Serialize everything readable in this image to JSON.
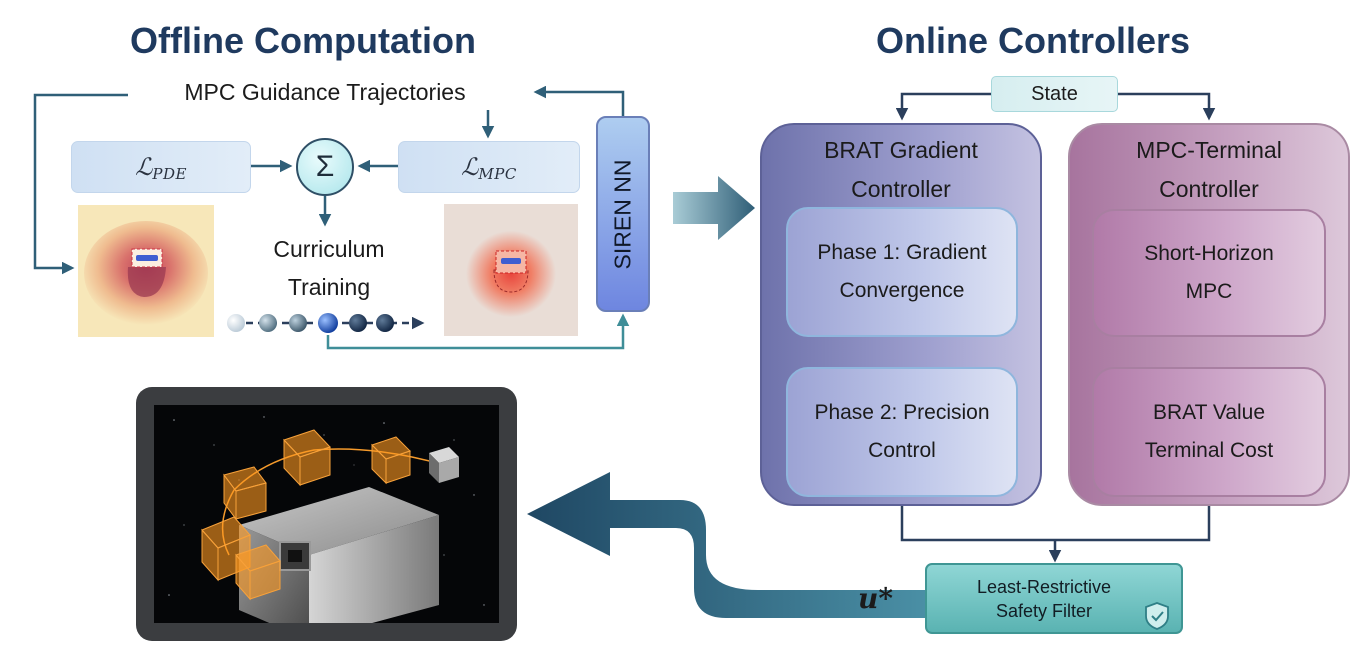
{
  "offline": {
    "title": "Offline Computation",
    "guidance_label": "MPC Guidance Trajectories",
    "loss_pde": {
      "symbol": "ℒ",
      "subscript": "PDE"
    },
    "loss_mpc": {
      "symbol": "ℒ",
      "subscript": "MPC"
    },
    "sum_symbol": "Σ",
    "curriculum_line1": "Curriculum",
    "curriculum_line2": "Training",
    "network_label": "SIREN NN"
  },
  "online": {
    "title": "Online Controllers",
    "state_label": "State",
    "brat": {
      "title_line1": "BRAT Gradient",
      "title_line2": "Controller",
      "phase1_line1": "Phase 1: Gradient",
      "phase1_line2": "Convergence",
      "phase2_line1": "Phase 2: Precision",
      "phase2_line2": "Control"
    },
    "mpc": {
      "title_line1": "MPC-Terminal",
      "title_line2": "Controller",
      "step1_line1": "Short-Horizon",
      "step1_line2": "MPC",
      "step2_line1": "BRAT Value",
      "step2_line2": "Terminal Cost"
    },
    "filter_line1": "Least-Restrictive",
    "filter_line2": "Safety Filter",
    "control_output": "u*"
  },
  "colors": {
    "title": "#1f3a5f",
    "brat_panel": "#8f92c4",
    "mpc_panel": "#c09ab9",
    "filter": "#6cc0bf",
    "arrow": "#2f5f78"
  },
  "icons": [
    "sum-icon",
    "shield-check-icon"
  ]
}
